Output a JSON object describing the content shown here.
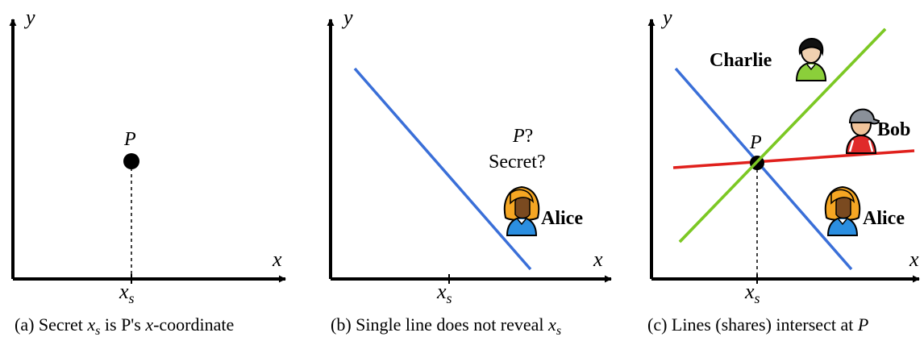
{
  "panels": [
    {
      "axis_x": "x",
      "axis_y": "y",
      "point_label": "P",
      "tick_label_main": "x",
      "tick_label_sub": "s",
      "caption": {
        "prefix": "(a)  Secret ",
        "var_main": "x",
        "var_sub": "s",
        "mid": " is P's ",
        "var2": "x",
        "suffix": "-coordinate"
      }
    },
    {
      "axis_x": "x",
      "axis_y": "y",
      "question_point": "P",
      "question_mark": "?",
      "question_secret": "Secret?",
      "person": "Alice",
      "tick_label_main": "x",
      "tick_label_sub": "s",
      "caption": {
        "prefix": "(b)  Single line does not reveal ",
        "var_main": "x",
        "var_sub": "s"
      }
    },
    {
      "axis_x": "x",
      "axis_y": "y",
      "point_label": "P",
      "people": [
        "Charlie",
        "Bob",
        "Alice"
      ],
      "tick_label_main": "x",
      "tick_label_sub": "s",
      "caption": {
        "prefix": "(c)  Lines (shares) intersect at ",
        "var_main": "P"
      }
    }
  ],
  "colors": {
    "alice_line": "#3a6fd8",
    "bob_line": "#e0201c",
    "charlie_line": "#7cc824",
    "axis": "#000000"
  },
  "icons": [
    "alice-avatar-icon",
    "bob-avatar-icon",
    "charlie-avatar-icon"
  ]
}
